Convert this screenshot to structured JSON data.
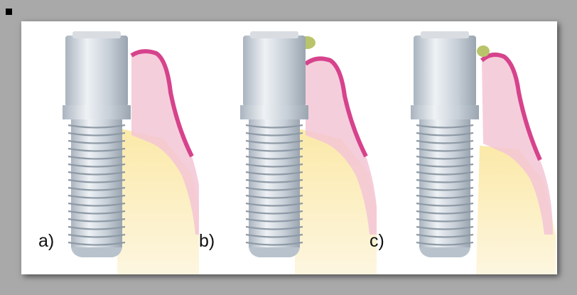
{
  "panels": [
    {
      "label": "a)"
    },
    {
      "label": "b)"
    },
    {
      "label": "c)"
    }
  ],
  "colors": {
    "frame": "#a9a9a9",
    "background": "#ffffff",
    "gingiva_edge": "#d6438c",
    "gingiva_fill": "#f3c6d6",
    "bone": "#fbecb4",
    "implant_metal": "#c9d2dc",
    "abutment_metal": "#d5d8dc",
    "bone_loss_tissue": "#b9c46a"
  }
}
